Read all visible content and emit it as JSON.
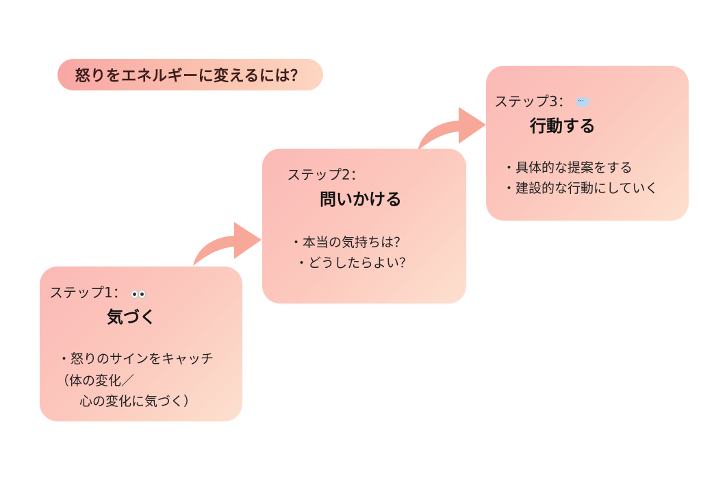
{
  "title": "怒りをエネルギーに変えるには？",
  "steps": [
    {
      "label": "ステップ1：",
      "icon": "eyes-icon",
      "title": "気づく",
      "bullets": [
        "・怒りのサインをキャッチ",
        "（体の変化／",
        "心の変化に気づく）"
      ]
    },
    {
      "label": "ステップ2：",
      "icon": "",
      "title": "問いかける",
      "bullets": [
        "・本当の気持ちは？",
        "・どうしたらよい？"
      ]
    },
    {
      "label": "ステップ3：",
      "icon": "speech-bubble-icon",
      "title": "行動する",
      "bullets": [
        "・具体的な提案をする",
        "・建設的な行動にしていく"
      ]
    }
  ],
  "colors": {
    "card_gradient_start": "#fbb9b6",
    "card_gradient_end": "#fde0cf",
    "arrow": "#f7a898",
    "title_text": "#3a1c1c"
  }
}
